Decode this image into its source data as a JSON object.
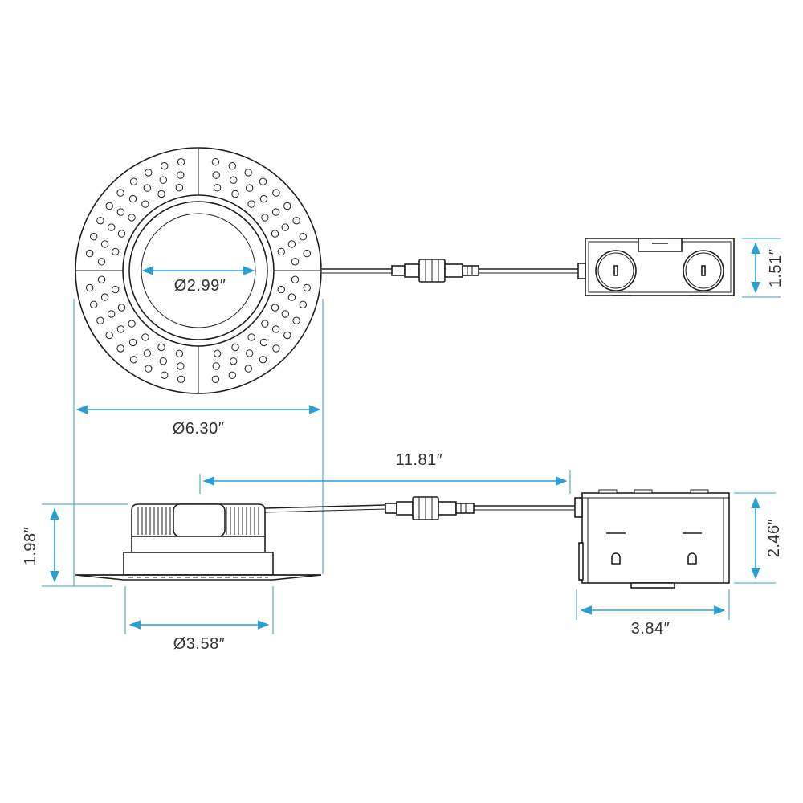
{
  "labels": {
    "inner_diameter": "Ø2.99″",
    "outer_diameter": "Ø6.30″",
    "cable_length": "11.81″",
    "housing_height": "1.98″",
    "housing_diameter": "Ø3.58″",
    "box_height_top": "1.51″",
    "box_height_side": "2.46″",
    "box_width": "3.84″"
  },
  "colors": {
    "dimension": "#2a9fd6",
    "outline": "#1f1f1f",
    "text": "#333333"
  }
}
